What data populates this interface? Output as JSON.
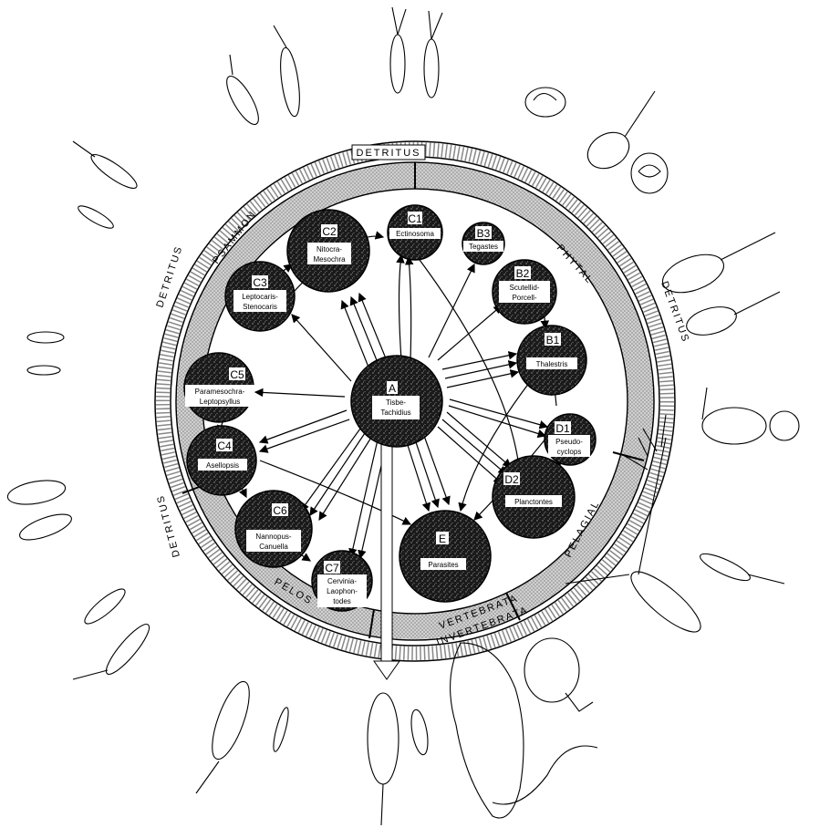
{
  "habitats": {
    "detritus_top": "DETRITUS",
    "detritus_left": "DETRITUS",
    "detritus_right": "DETRITUS",
    "detritus_lower_left": "DETRITUS",
    "psammon": "PSAMMON",
    "phytal": "PHYTAL",
    "pelos": "PELOS",
    "pelagial": "PELAGIAL",
    "vertebrata": "VERTEBRATA",
    "invertebrata": "INVERTEBRATA"
  },
  "nodes": {
    "A": {
      "id": "A",
      "line1": "Tisbe-",
      "line2": "Tachidius"
    },
    "B1": {
      "id": "B1",
      "line1": "Thalestris",
      "line2": ""
    },
    "B2": {
      "id": "B2",
      "line1": "Scutellid-",
      "line2": "Porcell-"
    },
    "B3": {
      "id": "B3",
      "line1": "Tegastes",
      "line2": ""
    },
    "C1": {
      "id": "C1",
      "line1": "Ectinosoma",
      "line2": ""
    },
    "C2": {
      "id": "C2",
      "line1": "Nitocra-",
      "line2": "Mesochra"
    },
    "C3": {
      "id": "C3",
      "line1": "Leptocaris-",
      "line2": "Stenocaris"
    },
    "C4": {
      "id": "C4",
      "line1": "Asellopsis",
      "line2": ""
    },
    "C5": {
      "id": "C5",
      "line1": "Paramesochra-",
      "line2": "Leptopsyllus"
    },
    "C6": {
      "id": "C6",
      "line1": "Nannopus-",
      "line2": "Canuella"
    },
    "C7": {
      "id": "C7",
      "line1": "Cervinia-",
      "line2": "Laophon-",
      "line3": "todes"
    },
    "D1": {
      "id": "D1",
      "line1": "Pseudo-",
      "line2": "cyclops"
    },
    "D2": {
      "id": "D2",
      "line1": "Planctontes",
      "line2": ""
    },
    "E": {
      "id": "E",
      "line1": "Parasites",
      "line2": ""
    }
  },
  "icons": [
    "copepod-illustration-icon",
    "stippled-node-icon",
    "evolution-arrow-icon"
  ]
}
